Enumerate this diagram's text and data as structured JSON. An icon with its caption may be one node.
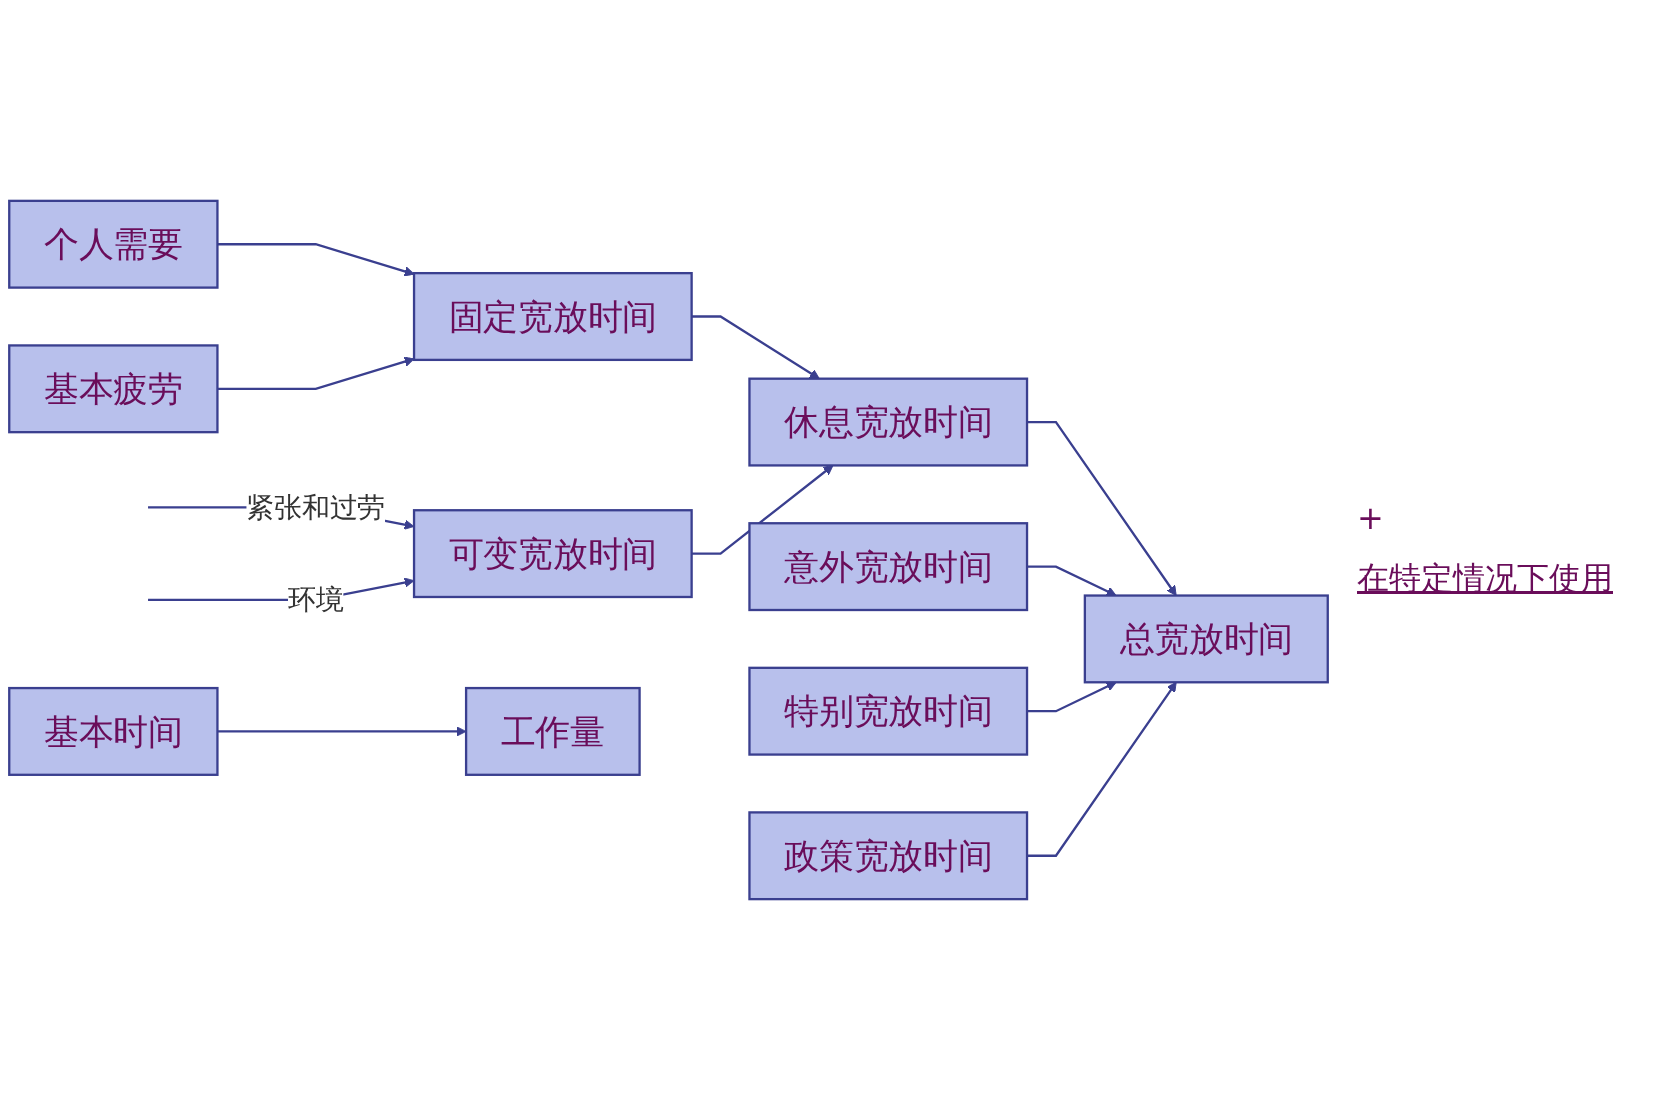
{
  "diagram": {
    "nodes": [
      {
        "text": [
          "个人需要"
        ]
      },
      {
        "text": [
          "基本疲劳"
        ]
      },
      {
        "text": [
          "固定宽放时间"
        ]
      },
      {
        "text": [
          "可变宽放时间"
        ]
      },
      {
        "text": [
          "休息宽放时间"
        ]
      },
      {
        "text": [
          "意外宽放时间"
        ]
      },
      {
        "text": [
          "特别宽放时间"
        ]
      },
      {
        "text": [
          "政策宽放时间"
        ]
      },
      {
        "text": [
          "总宽放时间"
        ]
      },
      {
        "text": [
          "基本时间"
        ]
      },
      {
        "text": [
          "工作量"
        ]
      }
    ],
    "edges": [
      {
        "from": 0,
        "to": 2,
        "arrow": "to"
      },
      {
        "from": 1,
        "to": 2,
        "arrow": "to"
      },
      {
        "from": null,
        "to": 3,
        "label": "紧张和过劳",
        "arrow": "to"
      },
      {
        "from": null,
        "to": 3,
        "label": "环境",
        "arrow": "to"
      },
      {
        "from": 2,
        "to": 4,
        "arrow": "to"
      },
      {
        "from": 3,
        "to": 4,
        "arrow": "to"
      },
      {
        "from": 4,
        "to": 8,
        "arrow": "to"
      },
      {
        "from": 5,
        "to": 8,
        "arrow": "to"
      },
      {
        "from": 6,
        "to": 8,
        "arrow": "to"
      },
      {
        "from": 7,
        "to": 8,
        "arrow": "to"
      },
      {
        "from": 9,
        "to": 10,
        "arrow": "to"
      }
    ],
    "labels": [
      "+",
      "在特定情况下使用"
    ]
  }
}
